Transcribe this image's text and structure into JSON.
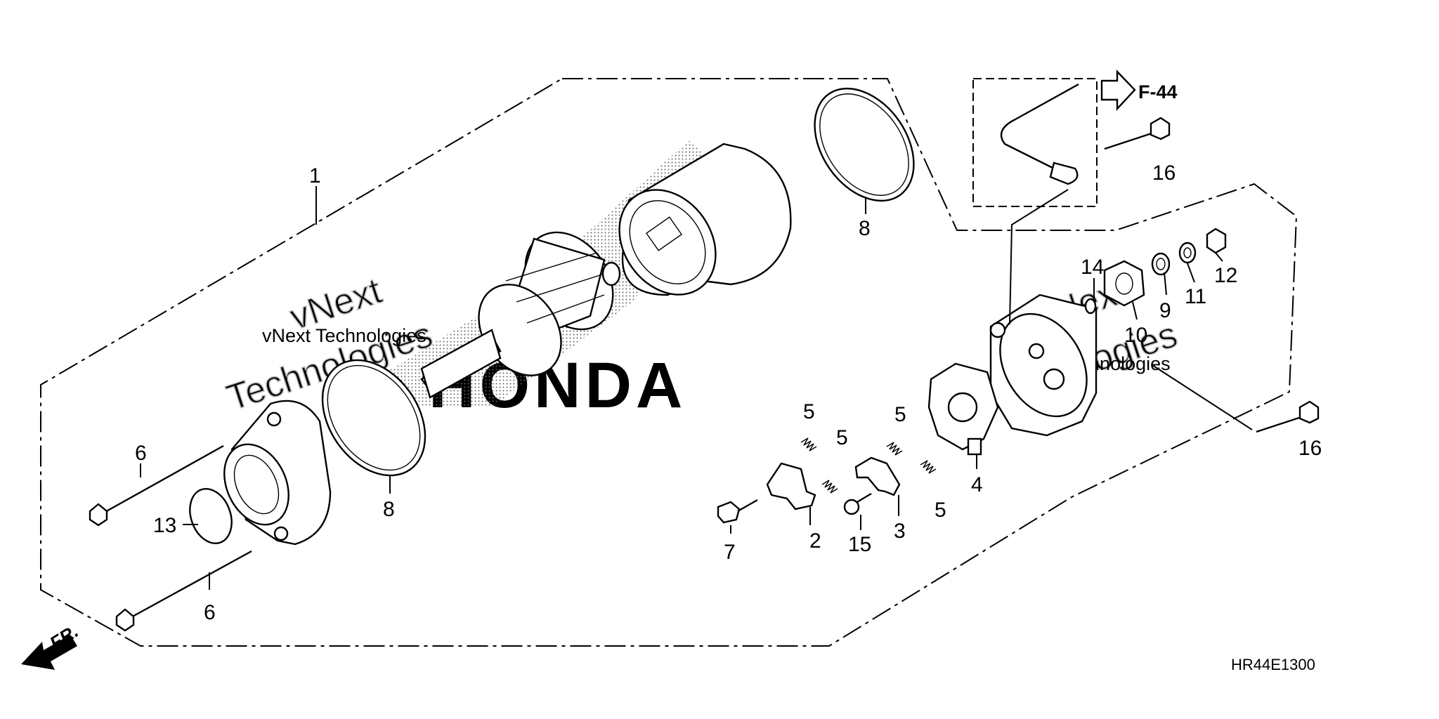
{
  "diagram": {
    "code": "HR44E1300",
    "ref_page": "F-44",
    "front_label": "FR.",
    "callouts": [
      {
        "id": "c1",
        "label": "1"
      },
      {
        "id": "c2",
        "label": "2"
      },
      {
        "id": "c3",
        "label": "3"
      },
      {
        "id": "c4",
        "label": "4"
      },
      {
        "id": "c5a",
        "label": "5"
      },
      {
        "id": "c5b",
        "label": "5"
      },
      {
        "id": "c5c",
        "label": "5"
      },
      {
        "id": "c5d",
        "label": "5"
      },
      {
        "id": "c6a",
        "label": "6"
      },
      {
        "id": "c6b",
        "label": "6"
      },
      {
        "id": "c7",
        "label": "7"
      },
      {
        "id": "c8a",
        "label": "8"
      },
      {
        "id": "c8b",
        "label": "8"
      },
      {
        "id": "c9",
        "label": "9"
      },
      {
        "id": "c10",
        "label": "10"
      },
      {
        "id": "c11",
        "label": "11"
      },
      {
        "id": "c12",
        "label": "12"
      },
      {
        "id": "c13",
        "label": "13"
      },
      {
        "id": "c14",
        "label": "14"
      },
      {
        "id": "c15",
        "label": "15"
      },
      {
        "id": "c16a",
        "label": "16"
      },
      {
        "id": "c16b",
        "label": "16"
      }
    ],
    "watermarks": {
      "brand": "HONDA",
      "vnext": "vNext",
      "technologies": "Technologies",
      "line_a": "vNext Technologies",
      "line_b": "vNext Technologies"
    }
  },
  "colors": {
    "line": "#000000",
    "watermark": "#c8c8c8",
    "background": "#ffffff"
  }
}
